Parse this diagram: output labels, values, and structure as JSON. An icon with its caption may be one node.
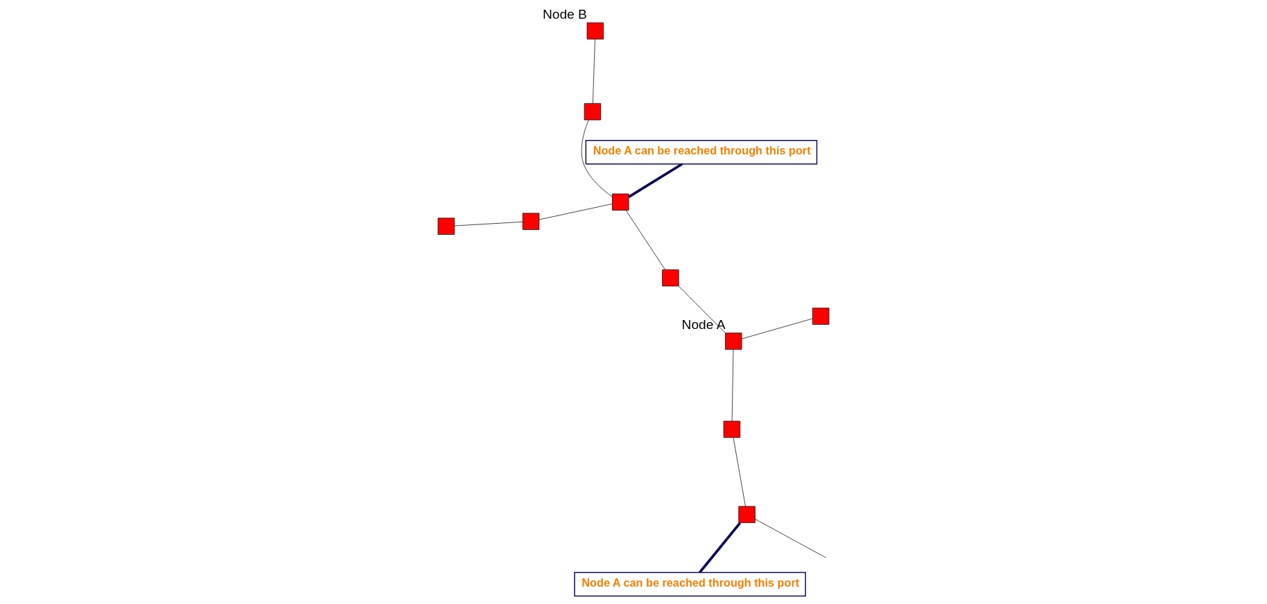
{
  "diagram": {
    "nodes": [
      {
        "text": [],
        "shape": "box"
      },
      {
        "text": [],
        "shape": "box",
        "beside": [
          "Node B"
        ]
      },
      {
        "text": [],
        "shape": "box"
      },
      {
        "text": [],
        "shape": "box"
      },
      {
        "text": [],
        "shape": "box"
      },
      {
        "text": [],
        "shape": "box"
      },
      {
        "text": [],
        "shape": "box",
        "beside": [
          "Node A"
        ]
      },
      {
        "text": [],
        "shape": "box"
      },
      {
        "text": [],
        "shape": "box"
      },
      {
        "text": [],
        "shape": "box"
      },
      {
        "text": [
          "Node A can be reached through this port"
        ]
      },
      {
        "text": [
          "Node A can be reached through this port"
        ]
      }
    ],
    "edges": [
      {
        "from": 0,
        "to": 1,
        "arrow": "none"
      },
      {
        "from": 0,
        "to": 3,
        "arrow": "none"
      },
      {
        "from": null,
        "to": 2,
        "arrow": "none"
      },
      {
        "from": 3,
        "to": 5,
        "arrow": "none"
      },
      {
        "from": 3,
        "to": 8,
        "arrow": "none"
      },
      {
        "from": 4,
        "to": 6,
        "arrow": "none"
      },
      {
        "from": 5,
        "to": 6,
        "arrow": "none"
      },
      {
        "from": 6,
        "to": 7,
        "arrow": "none"
      },
      {
        "from": 7,
        "to": 2,
        "arrow": "none"
      },
      {
        "from": 8,
        "to": 9,
        "arrow": "none"
      },
      {
        "from": 10,
        "to": 3,
        "arrow": "none",
        "color": "#0a0a5a",
        "style": "thick"
      },
      {
        "from": 11,
        "to": 2,
        "arrow": "none",
        "color": "#0a0a5a",
        "style": "thick"
      }
    ]
  }
}
